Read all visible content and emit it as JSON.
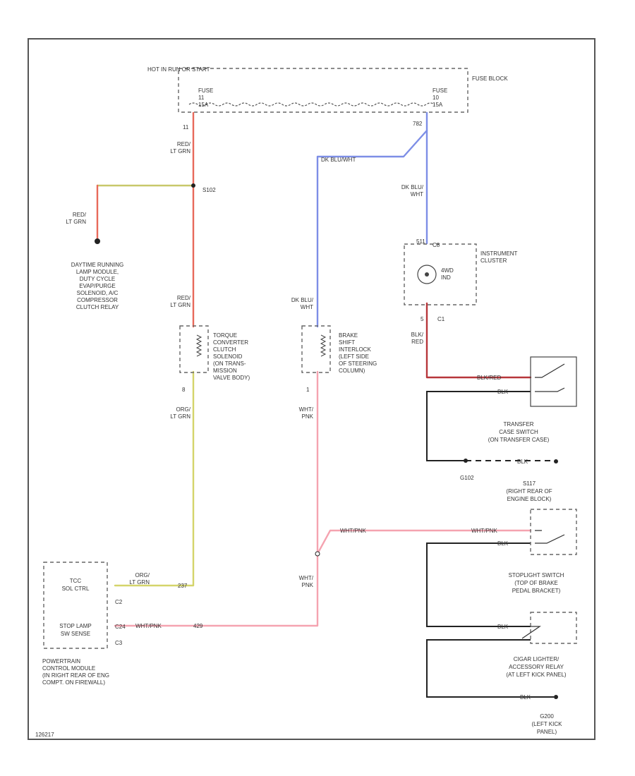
{
  "colors": {
    "red_ltgrn": "#e8695a",
    "ltgrn": "#c8c86a",
    "yellow_green": "#d4d46a",
    "dkblu": "#7d8ee6",
    "pink": "#f5a3b0",
    "red": "#b7363a",
    "black": "#222222"
  },
  "fuse_block": {
    "hot_label": "HOT IN RUN OR START",
    "label": "FUSE BLOCK",
    "fuse_left": [
      "FUSE",
      "11",
      "15A"
    ],
    "fuse_right": [
      "FUSE",
      "10",
      "15A"
    ]
  },
  "wires": {
    "circuit_11": "11",
    "red_ltgrn_1": [
      "RED/",
      "LT GRN"
    ],
    "splice_s102": "S102",
    "red_ltgrn_2": [
      "RED/",
      "LT GRN"
    ],
    "red_ltgrn_3": [
      "RED/",
      "LT GRN"
    ],
    "circuit_782": "782",
    "dkblu_wht_top": "DK BLU/WHT",
    "dkblu_wht_right": [
      "DK BLU/",
      "WHT"
    ],
    "dkblu_wht_left": [
      "DK BLU/",
      "WHT"
    ],
    "circuit_8": "8",
    "org_ltgrn": [
      "ORG/",
      "LT GRN"
    ],
    "circuit_1": "1",
    "wht_pnk_mid": [
      "WHT/",
      "PNK"
    ],
    "wht_pnk_low": [
      "WHT/",
      "PNK"
    ],
    "wht_pnk_h1": "WHT/PNK",
    "wht_pnk_h2": "WHT/PNK",
    "wht_pnk_pcm": "WHT/PNK",
    "blk_red": [
      "BLK/",
      "RED"
    ],
    "blk_red_h": "BLK/RED",
    "blk_1": "BLK",
    "blk_2": "BLK",
    "blk_3": "BLK",
    "blk_4": "BLK",
    "blk_5": "BLK",
    "org_ltgrn_pcm": [
      "ORG/",
      "LT GRN"
    ],
    "num_237": "237",
    "num_429": "429",
    "num_511": "511"
  },
  "components": {
    "drl": [
      "DAYTIME RUNNING",
      "LAMP MODULE,",
      "DUTY CYCLE",
      "EVAP/PURGE",
      "SOLENOID, A/C",
      "COMPRESSOR",
      "CLUTCH RELAY"
    ],
    "tcc": [
      "TORQUE",
      "CONVERTER",
      "CLUTCH",
      "SOLENOID",
      "(ON TRANS-",
      "MISSION",
      "VALVE BODY)"
    ],
    "bsi": [
      "BRAKE",
      "SHIFT",
      "INTERLOCK",
      "(LEFT SIDE",
      "OF STEERING",
      "COLUMN)"
    ],
    "cluster": [
      "INSTRUMENT",
      "CLUSTER"
    ],
    "cluster_lamp": [
      "4WD",
      "IND"
    ],
    "cluster_c8": "C8",
    "cluster_c1": "C1",
    "cluster_pin": "5",
    "transfer": [
      "TRANSFER",
      "CASE SWITCH",
      "(ON TRANSFER CASE)"
    ],
    "g102": "G102",
    "s117": [
      "S117",
      "(RIGHT REAR OF",
      "ENGINE BLOCK)"
    ],
    "stoplight": [
      "STOPLIGHT SWITCH",
      "(TOP OF BRAKE",
      "PEDAL BRACKET)"
    ],
    "cigar": [
      "CIGAR LIGHTER/",
      "ACCESSORY RELAY",
      "(AT LEFT KICK PANEL)"
    ],
    "g200": [
      "G200",
      "(LEFT KICK",
      "PANEL)"
    ],
    "pcm_tcc": [
      "TCC",
      "SOL CTRL"
    ],
    "pcm_stop": [
      "STOP LAMP",
      "SW SENSE"
    ],
    "pcm_c2": "C2",
    "pcm_c3": "C3",
    "pcm_c24": "C24",
    "pcm": [
      "POWERTRAIN",
      "CONTROL MODULE",
      "(IN RIGHT REAR OF ENG",
      "COMPT. ON FIREWALL)"
    ]
  },
  "footer": "126217"
}
